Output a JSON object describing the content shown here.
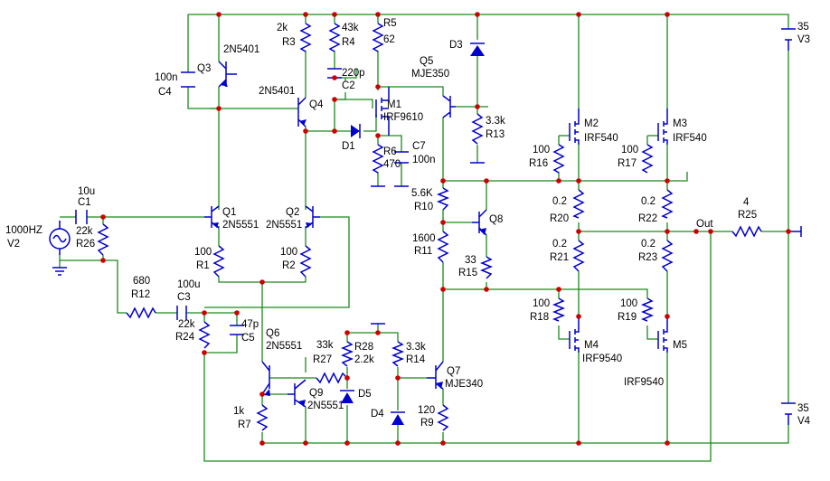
{
  "colors": {
    "wire": "#1a8a1a",
    "component": "#0000cc",
    "junction": "#cc0000",
    "text": "#000000"
  },
  "labels": {
    "q3_type": "2N5401",
    "q3_name": "Q3",
    "r3_val": "2k",
    "r3_name": "R3",
    "r4_val": "43k",
    "r4_name": "R4",
    "r5_name": "R5",
    "r5_val": "62",
    "c2_val": "220p",
    "c2_name": "C2",
    "q5_name": "Q5",
    "q5_type": "MJE350",
    "d3_name": "D3",
    "v3_val": "35",
    "v3_name": "V3",
    "c4_val": "100n",
    "c4_name": "C4",
    "q4_type": "2N5401",
    "q4_name": "Q4",
    "m1_name": "M1",
    "m1_type": "IRF9610",
    "d1_name": "D1",
    "r6_name": "R6",
    "r6_val": "470",
    "c7_name": "C7",
    "c7_val": "100n",
    "r13_val": "3.3k",
    "r13_name": "R13",
    "m2_name": "M2",
    "m2_type": "IRF540",
    "m3_name": "M3",
    "m3_type": "IRF540",
    "r16_val": "100",
    "r16_name": "R16",
    "r17_val": "100",
    "r17_name": "R17",
    "c1_val": "10u",
    "c1_name": "C1",
    "v2_freq": "1000HZ",
    "v2_name": "V2",
    "r26_val": "22k",
    "r26_name": "R26",
    "q1_name": "Q1",
    "q1_type": "2N5551",
    "q2_name": "Q2",
    "q2_type": "2N5551",
    "r10_val": "5.6K",
    "r10_name": "R10",
    "q8_name": "Q8",
    "r20_val": "0.2",
    "r20_name": "R20",
    "r22_val": "0.2",
    "r22_name": "R22",
    "r25_val": "4",
    "r25_name": "R25",
    "out_label": "Out",
    "r11_val": "1600",
    "r11_name": "R11",
    "r15_val": "33",
    "r15_name": "R15",
    "r21_val": "0.2",
    "r21_name": "R21",
    "r23_val": "0.2",
    "r23_name": "R23",
    "r1_val": "100",
    "r1_name": "R1",
    "r2_val": "100",
    "r2_name": "R2",
    "r12_val": "680",
    "r12_name": "R12",
    "c3_val": "100u",
    "c3_name": "C3",
    "r24_val": "22k",
    "r24_name": "R24",
    "c5_val": "47p",
    "c5_name": "C5",
    "r18_val": "100",
    "r18_name": "R18",
    "r19_val": "100",
    "r19_name": "R19",
    "m4_name": "M4",
    "m4_type": "IRF9540",
    "m5_name": "M5",
    "m5_type": "IRF9540",
    "q6_name": "Q6",
    "q6_type": "2N5551",
    "r27_val": "33k",
    "r27_name": "R27",
    "r28_name": "R28",
    "r28_val": "2.2k",
    "r14_val": "3.3k",
    "r14_name": "R14",
    "q7_name": "Q7",
    "q7_type": "MJE340",
    "q9_name": "Q9",
    "q9_type": "2N5551",
    "d5_name": "D5",
    "d4_name": "D4",
    "r7_val": "1k",
    "r7_name": "R7",
    "r9_val": "120",
    "r9_name": "R9",
    "v4_val": "35",
    "v4_name": "V4"
  }
}
